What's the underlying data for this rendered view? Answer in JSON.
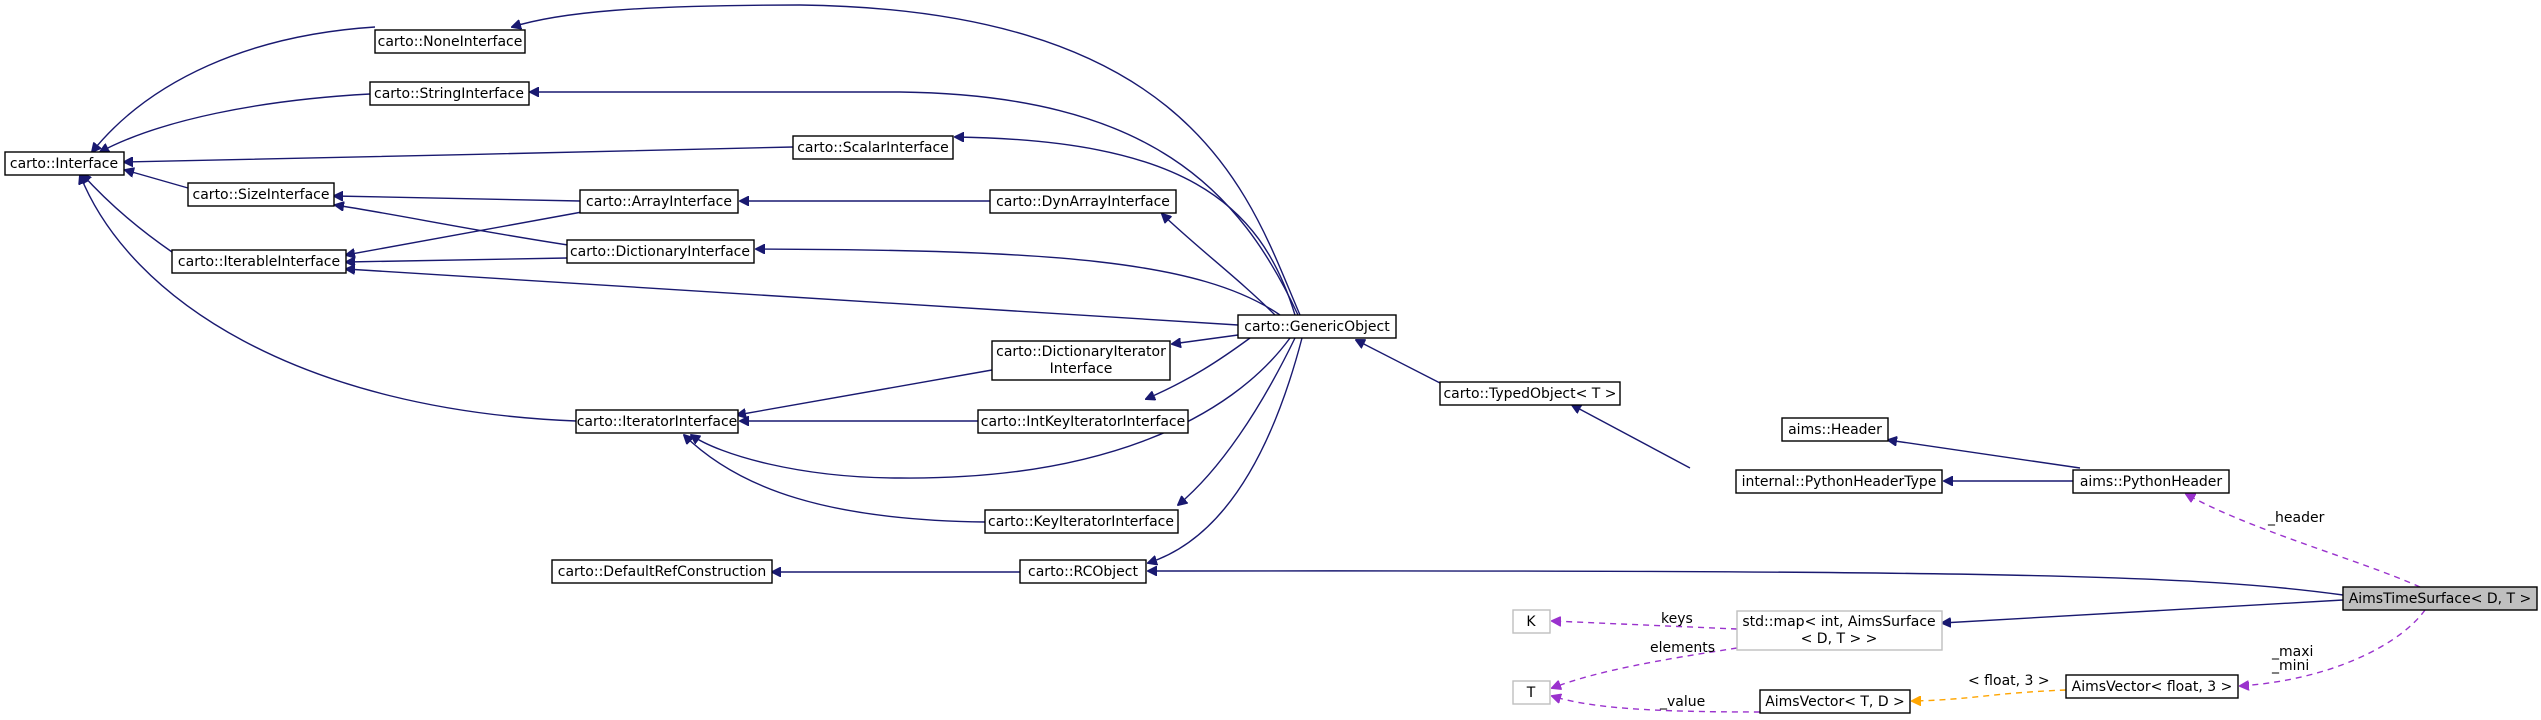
{
  "colors": {
    "inheritance": "#191970",
    "usage": "#9a32cd",
    "template": "#ffa500",
    "selected_fill": "#bfbfbf",
    "undocumented_border": "#bfbfbf"
  },
  "nodes": {
    "interface": "carto::Interface",
    "none_interface": "carto::NoneInterface",
    "string_interface": "carto::StringInterface",
    "scalar_interface": "carto::ScalarInterface",
    "size_interface": "carto::SizeInterface",
    "array_interface": "carto::ArrayInterface",
    "dyn_array_interface": "carto::DynArrayInterface",
    "iterable_interface": "carto::IterableInterface",
    "dictionary_interface": "carto::DictionaryInterface",
    "generic_object": "carto::GenericObject",
    "dictionary_iterator_interface": [
      "carto::DictionaryIterator",
      "Interface"
    ],
    "typed_object": "carto::TypedObject< T >",
    "iterator_interface": "carto::IteratorInterface",
    "int_key_iterator_interface": "carto::IntKeyIteratorInterface",
    "aims_header": "aims::Header",
    "python_header_type": "internal::PythonHeaderType",
    "python_header": "aims::PythonHeader",
    "key_iterator_interface": "carto::KeyIteratorInterface",
    "default_ref_construction": "carto::DefaultRefConstruction",
    "rc_object": "carto::RCObject",
    "aims_time_surface": "AimsTimeSurface< D, T >",
    "k": "K",
    "std_map": [
      "std::map< int, AimsSurface",
      "< D, T > >"
    ],
    "t": "T",
    "aims_vector_td": "AimsVector< T, D >",
    "aims_vector_float3": "AimsVector< float, 3 >"
  },
  "edge_labels": {
    "header": "_header",
    "keys": "keys",
    "elements": "elements",
    "value": "_value",
    "float3": "< float, 3 >",
    "maxi": "_maxi",
    "mini": "_mini"
  }
}
